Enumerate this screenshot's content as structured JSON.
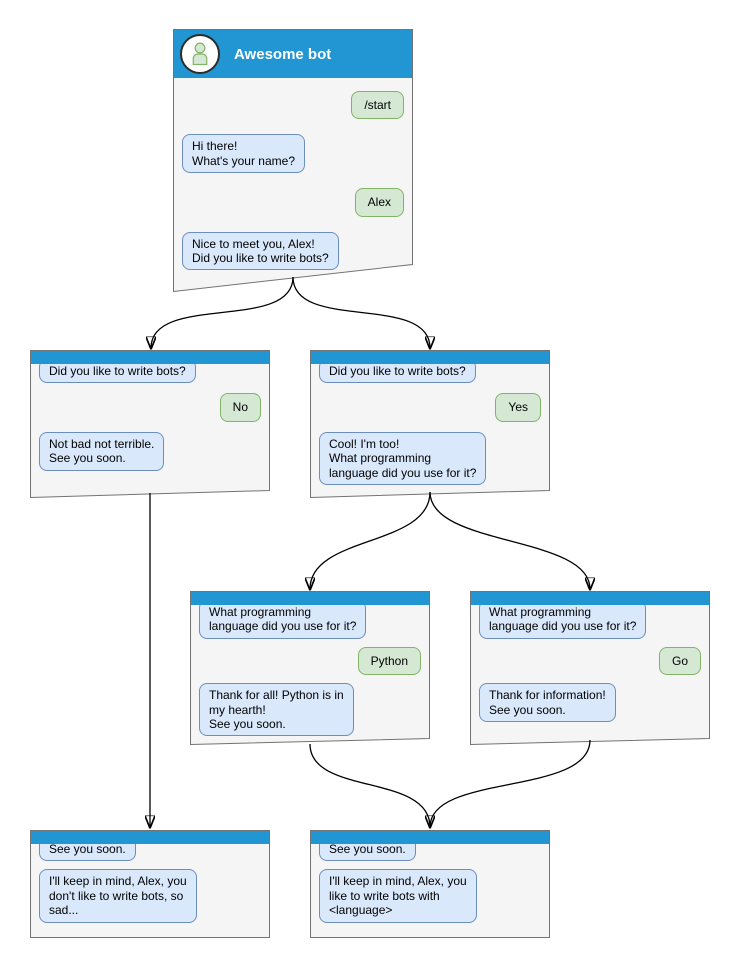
{
  "root": {
    "title": "Awesome bot"
  },
  "colors": {
    "header_blue": "#2196d3",
    "node_background": "#f5f5f5",
    "node_border": "#737373",
    "bot_bubble_bg": "#dae8fc",
    "bot_bubble_border": "#6c8ebf",
    "user_bubble_bg": "#d5e8d4",
    "user_bubble_border": "#82b366",
    "arrow": "#000000",
    "title_text": "#ffffff"
  },
  "icons": {
    "avatar": "person-icon"
  },
  "nodes": [
    {
      "id": "start",
      "messages": [
        {
          "from": "user",
          "text": "/start"
        },
        {
          "from": "bot",
          "text": "Hi there!\nWhat's your name?"
        },
        {
          "from": "user",
          "text": "Alex"
        },
        {
          "from": "bot",
          "text": "Nice to meet you, Alex!\nDid you like to write bots?"
        }
      ]
    },
    {
      "id": "branch-no",
      "messages": [
        {
          "from": "bot",
          "text": "Did you like to write bots?"
        },
        {
          "from": "user",
          "text": "No"
        },
        {
          "from": "bot",
          "text": "Not bad not terrible.\nSee you soon."
        }
      ]
    },
    {
      "id": "branch-yes",
      "messages": [
        {
          "from": "bot",
          "text": "Did you like to write bots?"
        },
        {
          "from": "user",
          "text": "Yes"
        },
        {
          "from": "bot",
          "text": "Cool! I'm too!\nWhat programming\nlanguage did you use for it?"
        }
      ]
    },
    {
      "id": "lang-python",
      "messages": [
        {
          "from": "bot",
          "text": "What programming\nlanguage did you use for it?"
        },
        {
          "from": "user",
          "text": "Python"
        },
        {
          "from": "bot",
          "text": "Thank for all! Python is in\nmy hearth!\nSee you soon."
        }
      ]
    },
    {
      "id": "lang-go",
      "messages": [
        {
          "from": "bot",
          "text": "What programming\nlanguage did you use for it?"
        },
        {
          "from": "user",
          "text": "Go"
        },
        {
          "from": "bot",
          "text": "Thank for information!\nSee you soon."
        }
      ]
    },
    {
      "id": "end-no",
      "messages": [
        {
          "from": "bot",
          "text": "See you soon."
        },
        {
          "from": "bot",
          "text": "I'll keep in mind, Alex, you\ndon't like to write bots, so\nsad..."
        }
      ]
    },
    {
      "id": "end-yes",
      "messages": [
        {
          "from": "bot",
          "text": "See you soon."
        },
        {
          "from": "bot",
          "text": "I'll keep in mind, Alex, you\nlike to write bots with\n<language>"
        }
      ]
    }
  ]
}
